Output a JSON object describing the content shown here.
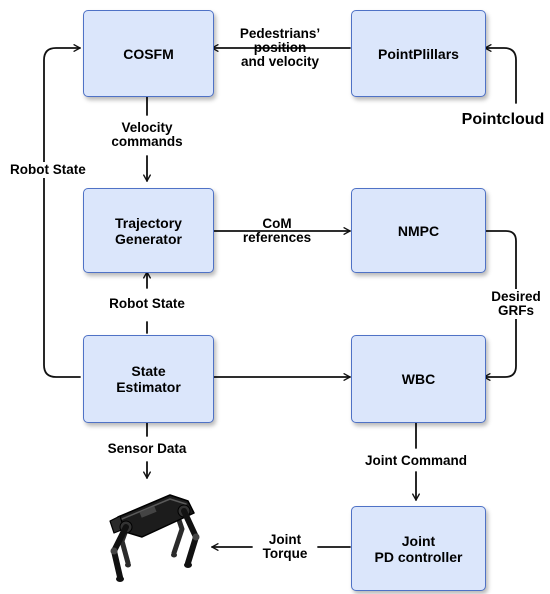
{
  "nodes": {
    "cosfm": "COSFM",
    "pointpillars": "PointPlillars",
    "trajectory_generator": "Trajectory\nGenerator",
    "nmpc": "NMPC",
    "state_estimator": "State\nEstimator",
    "wbc": "WBC",
    "pd_controller": "Joint\nPD controller"
  },
  "edge_labels": {
    "pedestrians": "Pedestrians’\nposition\nand velocity",
    "pointcloud": "Pointcloud",
    "velocity_commands": "Velocity\ncommands",
    "robot_state_left": "Robot State",
    "com_references": "CoM\nreferences",
    "desired_grfs": "Desired\nGRFs",
    "robot_state_mid": "Robot State",
    "sensor_data": "Sensor Data",
    "joint_command": "Joint Command",
    "joint_torque": "Joint\nTorque"
  },
  "colors": {
    "box_fill": "#dbe6fb",
    "box_border": "#4f72c6",
    "arrow": "#111111"
  },
  "icons": {
    "robot": "quadruped-robot-icon"
  }
}
